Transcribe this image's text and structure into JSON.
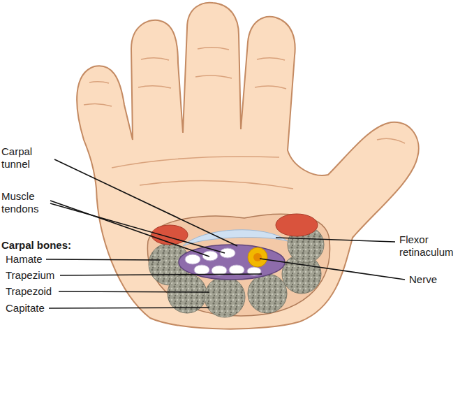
{
  "diagram": {
    "labels": [
      "Carpal tunnel",
      "Muscle tendons",
      "Carpal bones:",
      "Hamate",
      "Trapezium",
      "Trapezoid",
      "Capitate",
      "Flexor retinaculum",
      "Nerve"
    ]
  }
}
